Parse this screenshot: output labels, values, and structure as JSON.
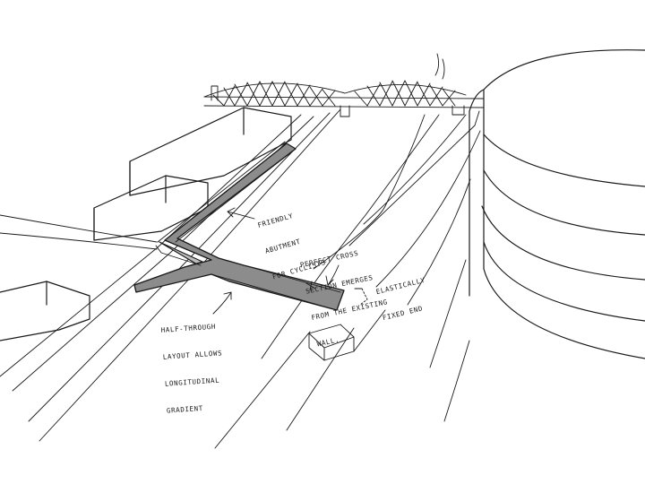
{
  "annotations": {
    "abutment": [
      "FRIENDLY",
      "ABUTMENT",
      "FOR CYCLISTS"
    ],
    "cross_section": [
      "PERFECT CROSS",
      "SECTION EMERGES",
      "FROM THE EXISTING",
      "WALL."
    ],
    "fixed_end": [
      "ELASTICALLY",
      "FIXED END"
    ],
    "half_through": [
      "HALF-THROUGH",
      "LAYOUT ALLOWS",
      "LONGITUDINAL",
      "GRADIENT"
    ]
  },
  "colors": {
    "ink": "#1a1a1a",
    "deck": "#8c8c8c",
    "deck_side": "#bdbdbd",
    "paper": "#ffffff"
  }
}
